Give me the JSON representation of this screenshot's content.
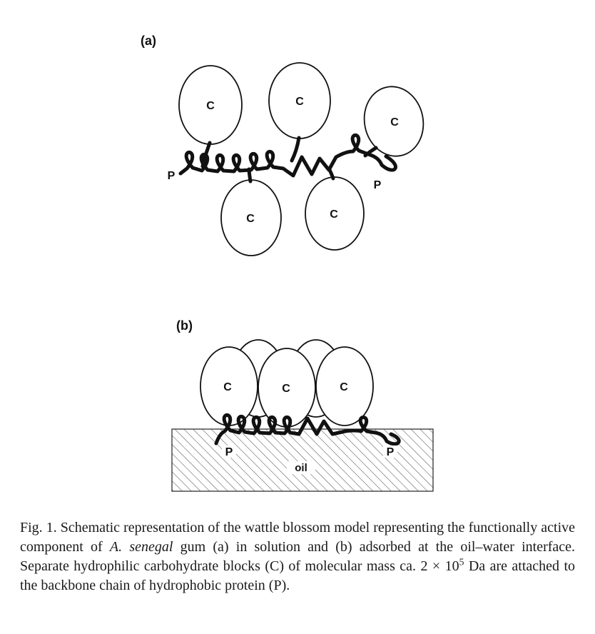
{
  "colors": {
    "ink": "#111111",
    "background": "#ffffff",
    "hatch": "#555555"
  },
  "figure": {
    "panel_a": {
      "label": "(a)",
      "block_label": "C",
      "protein_label": "P"
    },
    "panel_b": {
      "label": "(b)",
      "block_label": "C",
      "protein_label": "P",
      "oil_label": "oil"
    },
    "caption": {
      "part1": "Fig. 1. Schematic representation of the wattle blossom model representing the functionally active component of ",
      "species": "A. senegal",
      "part2": " gum (a) in solution and (b) adsorbed at the oil–water interface. Separate hydrophilic carbohydrate blocks (C) of molecular mass ca. ",
      "mass_base": "2 × 10",
      "mass_exp": "5",
      "part3": " Da are attached to the backbone chain of hydrophobic protein (P)."
    }
  }
}
